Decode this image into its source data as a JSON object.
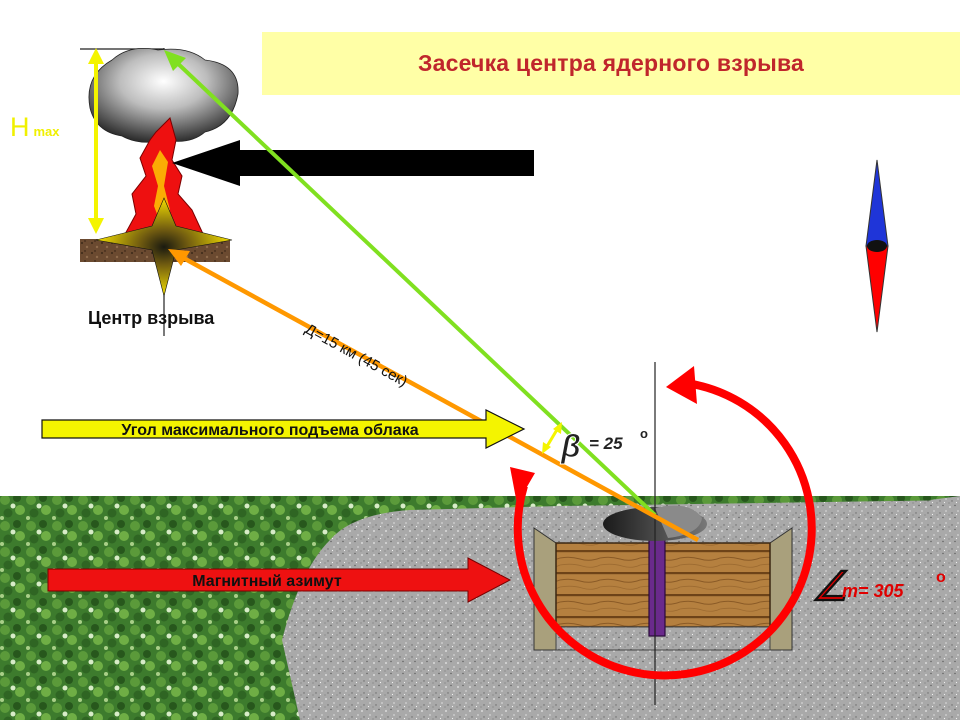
{
  "slide": {
    "title": "Засечка центра ядерного взрыва"
  },
  "labels": {
    "h_main": "H",
    "h_sub": "max",
    "center_label": "Центр взрыва",
    "distance": "Д=15 км (45 сек)",
    "elevation_arrow": "Угол максимального подъема облака",
    "beta_symbol": "β",
    "beta_value": "= 25",
    "degree_mark": "о",
    "azimuth_arrow": "Магнитный азимут",
    "azimuth_symbol": "∠",
    "azimuth_value": "m= 305",
    "azimuth_degree": "о"
  },
  "colors": {
    "title_text": "#c0262c",
    "banner": "#ffffa6",
    "sight_line": "#80e020",
    "distance_line": "#ff9800",
    "height_line": "#f4f400",
    "azimuth_arc": "#ff0000",
    "compass_north": "#1f35d8",
    "compass_south": "#ff0000",
    "ground": "#a8a8a8",
    "trees": "#3f7a2a",
    "shelter_wood": "#b07a3a"
  },
  "icons": {
    "mushroom_cloud": "nuclear-mushroom-cloud-icon",
    "compass": "compass-needle-icon",
    "observer": "observer-dugout-icon"
  }
}
